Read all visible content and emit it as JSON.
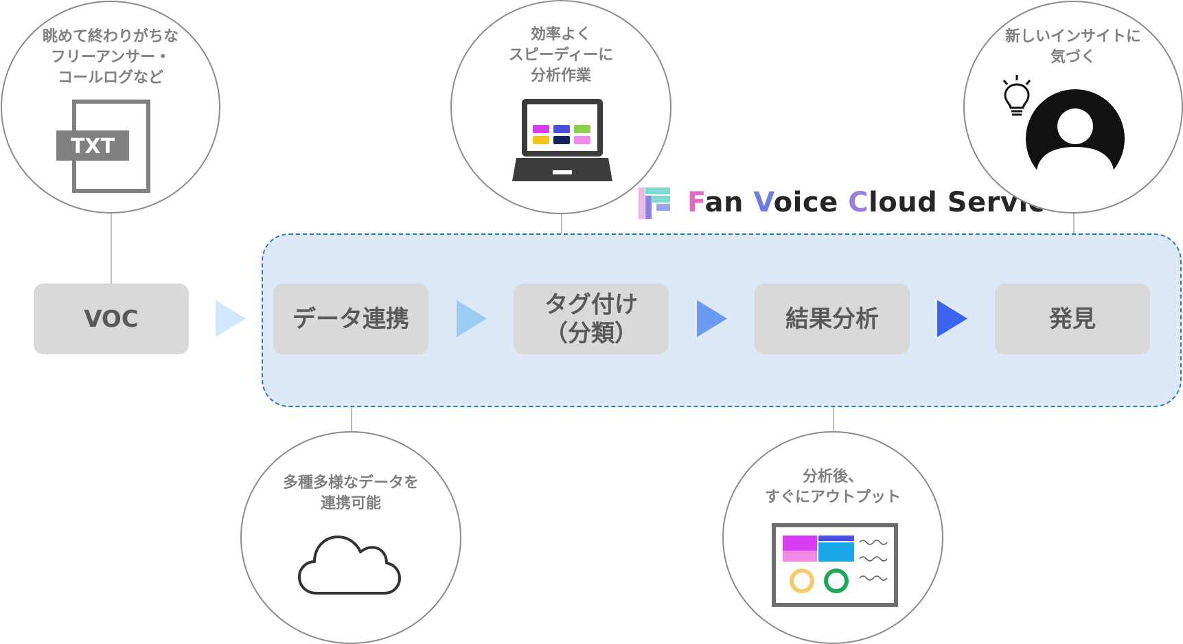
{
  "brand": {
    "name_initial_1": "F",
    "name_rest_1": "an ",
    "name_initial_2": "V",
    "name_rest_2": "oice ",
    "name_initial_3": "C",
    "name_rest_3": "loud Service",
    "colors": {
      "pink": "#e26bc0",
      "blue": "#6f7de0",
      "purple": "#9a7fe0",
      "teal": "#7fd9d0"
    }
  },
  "steps": [
    {
      "label": "VOC"
    },
    {
      "label": "データ連携"
    },
    {
      "label": "タグ付け\n（分類）"
    },
    {
      "label": "結果分析"
    },
    {
      "label": "発見"
    }
  ],
  "arrows": {
    "colors": [
      "#cfe8fb",
      "#9ccbf3",
      "#6a9bf0",
      "#3a63f0"
    ]
  },
  "circles": {
    "voc": {
      "text": "眺めて終わりがちな\nフリーアンサー・\nコールログなど",
      "icon": "txt-file-icon",
      "icon_label": "TXT"
    },
    "tagging": {
      "text": "効率よく\nスピーディーに\n分析作業",
      "icon": "laptop-icon"
    },
    "discovery": {
      "text": "新しいインサイトに\n気づく",
      "icon": "person-icon"
    },
    "integration": {
      "text": "多種多様なデータを\n連携可能",
      "icon": "cloud-icon"
    },
    "analysis": {
      "text": "分析後、\nすぐにアウトプット",
      "icon": "dashboard-icon"
    }
  },
  "palette": {
    "frame_border": "#2e75b6",
    "frame_fill": "#dde9f6",
    "step_fill": "#d9d9d9",
    "step_text": "#595959",
    "circle_text": "#7f7f7f"
  }
}
